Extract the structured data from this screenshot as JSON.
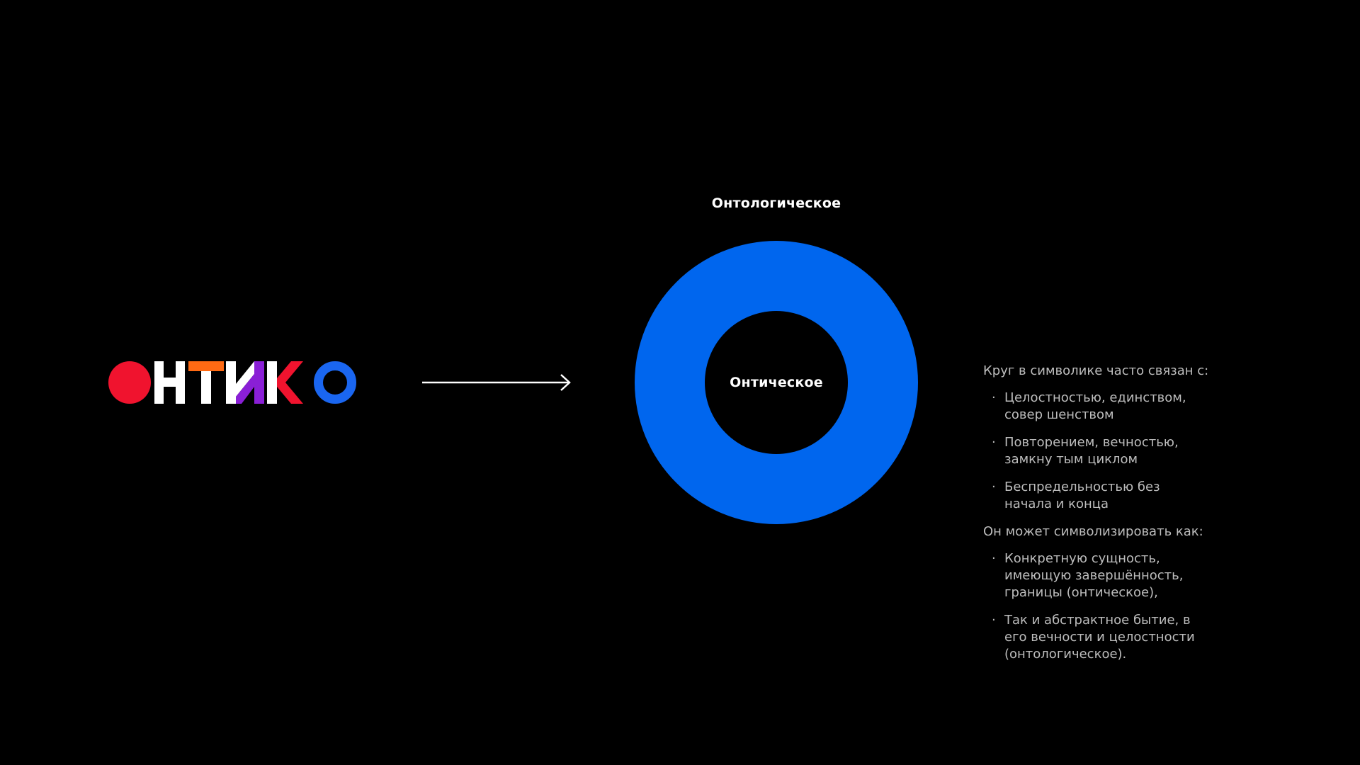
{
  "logo": {
    "text": "ОНТИКО",
    "colors": {
      "dot": "#F0132E",
      "H": "#FFFFFF",
      "T": "#FF6A13",
      "I_left": "#FFFFFF",
      "I_right": "#8A1FD6",
      "K_left": "#FFFFFF",
      "K_right": "#F0132E",
      "O": "#1A66F0"
    }
  },
  "diagram": {
    "outer_label": "Онтологическое",
    "inner_label": "Онтическое",
    "ring_color": "#0066EE",
    "arrow_icon": "arrow-right-icon"
  },
  "text": {
    "intro1": "Круг в символике часто связан с:",
    "list1": [
      "Целостностью, единством, совер шенством",
      "Повторением, вечностью, замкну тым циклом",
      "Беспредельностью без начала и конца"
    ],
    "intro2": "Он может символизировать как:",
    "list2": [
      "Конкретную сущность, имеющую завершённость, границы (онтическое),",
      "Так и абстрактное бытие, в его вечности и целостности (онтологическое)."
    ]
  }
}
